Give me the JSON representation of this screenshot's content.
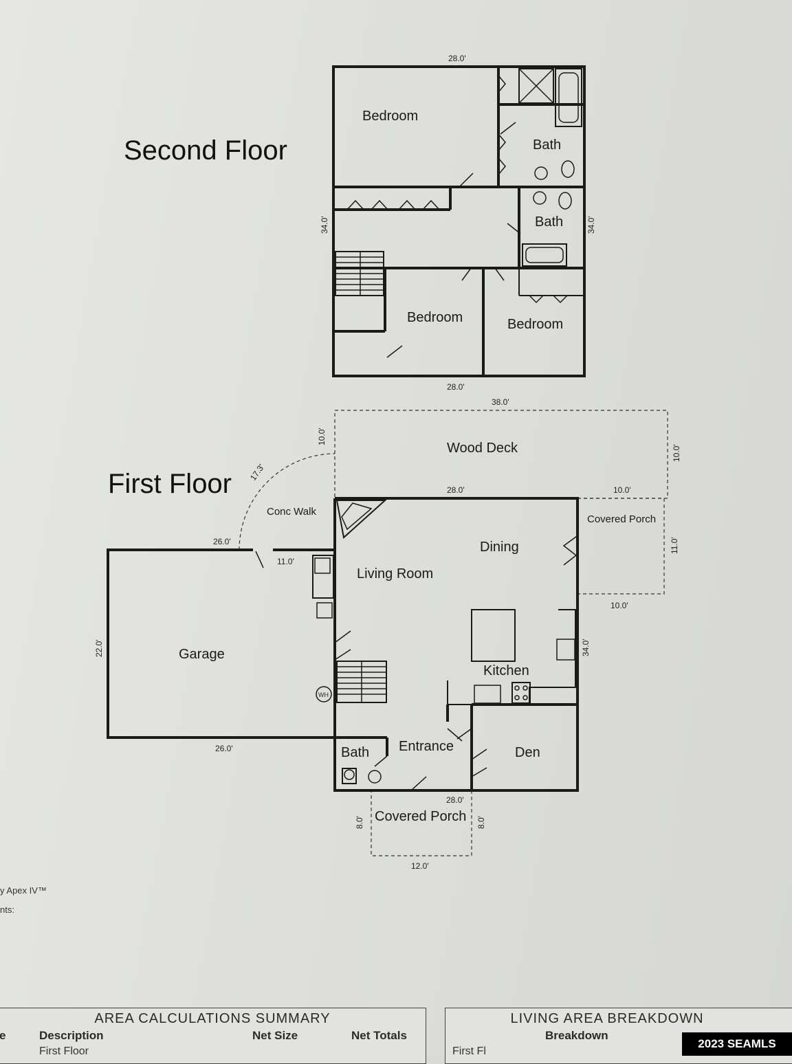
{
  "second_floor": {
    "title": "Second Floor",
    "rooms": [
      "Bedroom",
      "Bath",
      "Bath",
      "Bedroom",
      "Bedroom"
    ],
    "dims": {
      "top": "28.0'",
      "bottom": "28.0'",
      "left": "34.0'",
      "right": "34.0'"
    }
  },
  "first_floor": {
    "title": "First Floor",
    "rooms": {
      "wood_deck": "Wood Deck",
      "conc_walk": "Conc Walk",
      "covered_porch_side": "Covered Porch",
      "dining": "Dining",
      "living_room": "Living Room",
      "garage": "Garage",
      "kitchen": "Kitchen",
      "entrance": "Entrance",
      "den": "Den",
      "bath": "Bath",
      "covered_porch_front": "Covered Porch",
      "water_heater": "WH"
    },
    "dims": {
      "deck_top": "38.0'",
      "deck_left": "10.0'",
      "deck_right": "10.0'",
      "walk_arc": "17.3'",
      "house_top": "28.0'",
      "porch_top": "10.0'",
      "porch_right": "11.0'",
      "porch_bottom": "10.0'",
      "garage_top_left": "26.0'",
      "garage_top_right": "11.0'",
      "garage_left": "22.0'",
      "garage_bottom": "26.0'",
      "house_right": "34.0'",
      "house_bottom": "28.0'",
      "front_porch_left": "8.0'",
      "front_porch_right": "8.0'",
      "front_porch_bottom": "12.0'"
    }
  },
  "footer": {
    "software_note": "y Apex IV™",
    "comments_label": "nts:"
  },
  "tables": {
    "area_summary": {
      "title": "AREA CALCULATIONS SUMMARY",
      "columns": [
        "e",
        "Description",
        "Net Size",
        "Net Totals"
      ],
      "first_row": "First Floor"
    },
    "living_area": {
      "title": "LIVING AREA BREAKDOWN",
      "columns": [
        "Breakdown"
      ],
      "first_row": "First Fl"
    }
  },
  "watermark": "2023 SEAMLS"
}
